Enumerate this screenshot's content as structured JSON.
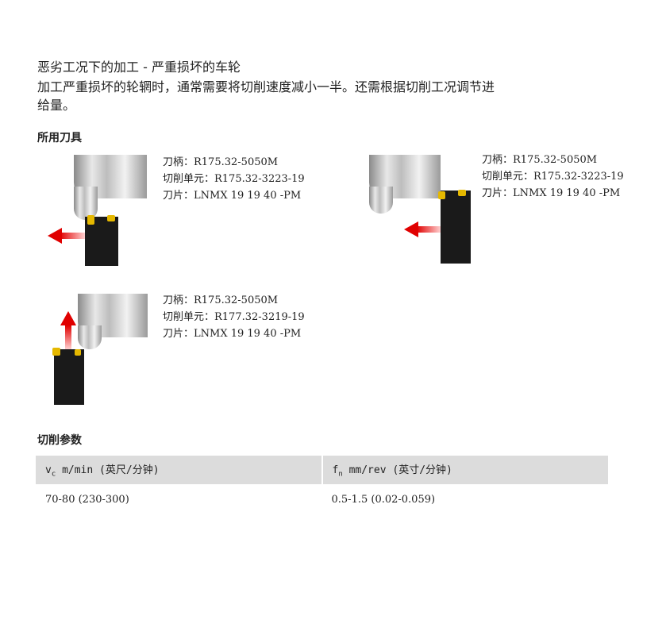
{
  "title": "恶劣工况下的加工 - 严重损坏的车轮",
  "description": "加工严重损坏的轮辋时，通常需要将切削速度减小一半。还需根据切削工况调节进给量。",
  "tools_heading": "所用刀具",
  "tools": [
    {
      "holder": "刀柄：R175.32-5050M",
      "unit": "切削单元：R175.32-3223-19",
      "insert": "刀片：LNMX 19 19 40 -PM"
    },
    {
      "holder": "刀柄：R175.32-5050M",
      "unit": "切削单元：R175.32-3223-19",
      "insert": "刀片：LNMX 19 19 40 -PM"
    },
    {
      "holder": "刀柄：R175.32-5050M",
      "unit": "切削单元：R177.32-3219-19",
      "insert": "刀片：LNMX 19 19 40 -PM"
    }
  ],
  "params_heading": "切削参数",
  "table": {
    "col1": {
      "sym": "v",
      "sub": "c",
      "unit": " m/min (英尺/分钟)"
    },
    "col2": {
      "sym": "f",
      "sub": "n",
      "unit": " mm/rev (英寸/分钟)"
    },
    "row": [
      "70-80 (230-300)",
      "0.5-1.5 (0.02-0.059)"
    ]
  }
}
